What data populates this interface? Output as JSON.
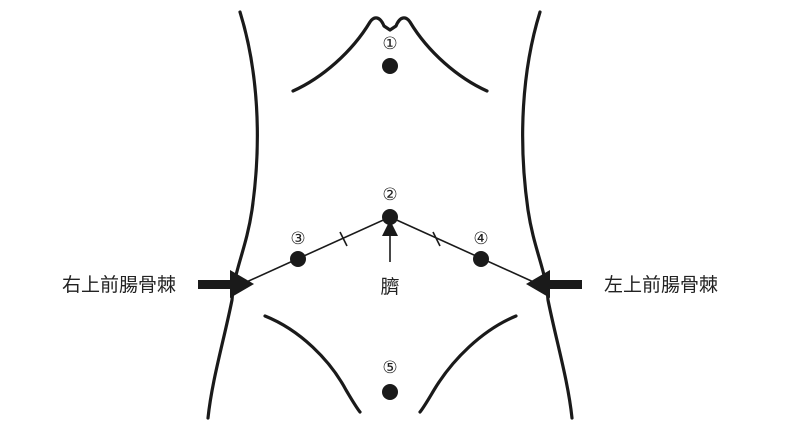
{
  "markers": [
    {
      "id": "1",
      "label": "①"
    },
    {
      "id": "2",
      "label": "②"
    },
    {
      "id": "3",
      "label": "③"
    },
    {
      "id": "4",
      "label": "④"
    },
    {
      "id": "5",
      "label": "⑤"
    }
  ],
  "labels": {
    "right_asis": "右上前腸骨棘",
    "left_asis": "左上前腸骨棘",
    "navel": "臍"
  },
  "colors": {
    "ink": "#1a1a1a",
    "background": "#ffffff"
  }
}
